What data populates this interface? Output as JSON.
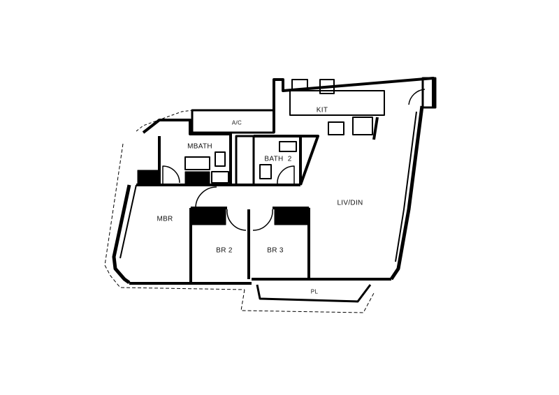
{
  "rooms": {
    "kit": "KIT",
    "ac": "A/C",
    "mbath": "MBATH",
    "bath2": "BATH  2",
    "mbr": "MBR",
    "livdin": "LIV/DIN",
    "br2": "BR 2",
    "br3": "BR 3",
    "pl": "PL"
  },
  "colors": {
    "wall": "#000000",
    "background": "#ffffff"
  }
}
